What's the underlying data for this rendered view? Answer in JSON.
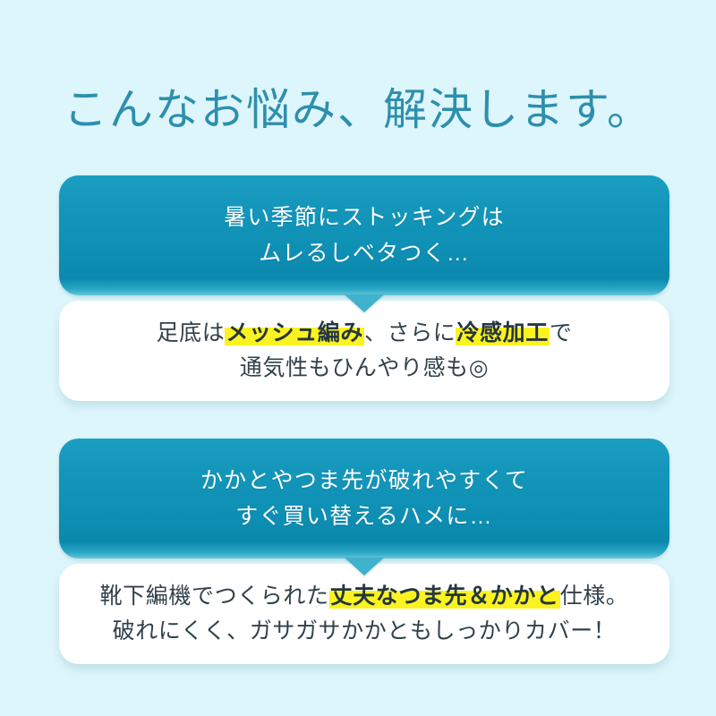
{
  "page": {
    "background_color": "#ddf6fb",
    "title": "こんなお悩み、解決します。",
    "title_color": "#2d8fae"
  },
  "theme": {
    "problem_card_color": "#0f92b7",
    "answer_card_color": "#ffffff",
    "highlight_color": "#fbf31f",
    "answer_text_color": "#31414a",
    "problem_text_color": "#ffffff"
  },
  "groups": [
    {
      "id": "group-1",
      "problem": {
        "line1": "暑い季節にストッキングは",
        "line2": "ムレるしベタつく…"
      },
      "answer": {
        "line1_part1": "足底は",
        "line1_highlight1": "メッシュ編み",
        "line1_part2": "、さらに",
        "line1_highlight2": "冷感加工",
        "line1_part3": "で",
        "line2": "通気性もひんやり感も◎"
      }
    },
    {
      "id": "group-2",
      "problem": {
        "line1": "かかとやつま先が破れやすくて",
        "line2": "すぐ買い替えるハメに…"
      },
      "answer": {
        "line1_part1": "靴下編機でつくられた",
        "line1_highlight1": "丈夫なつま先＆かかと",
        "line1_part2": "仕様。",
        "line2": "破れにくく、ガサガサかかともしっかりカバー！"
      }
    }
  ]
}
